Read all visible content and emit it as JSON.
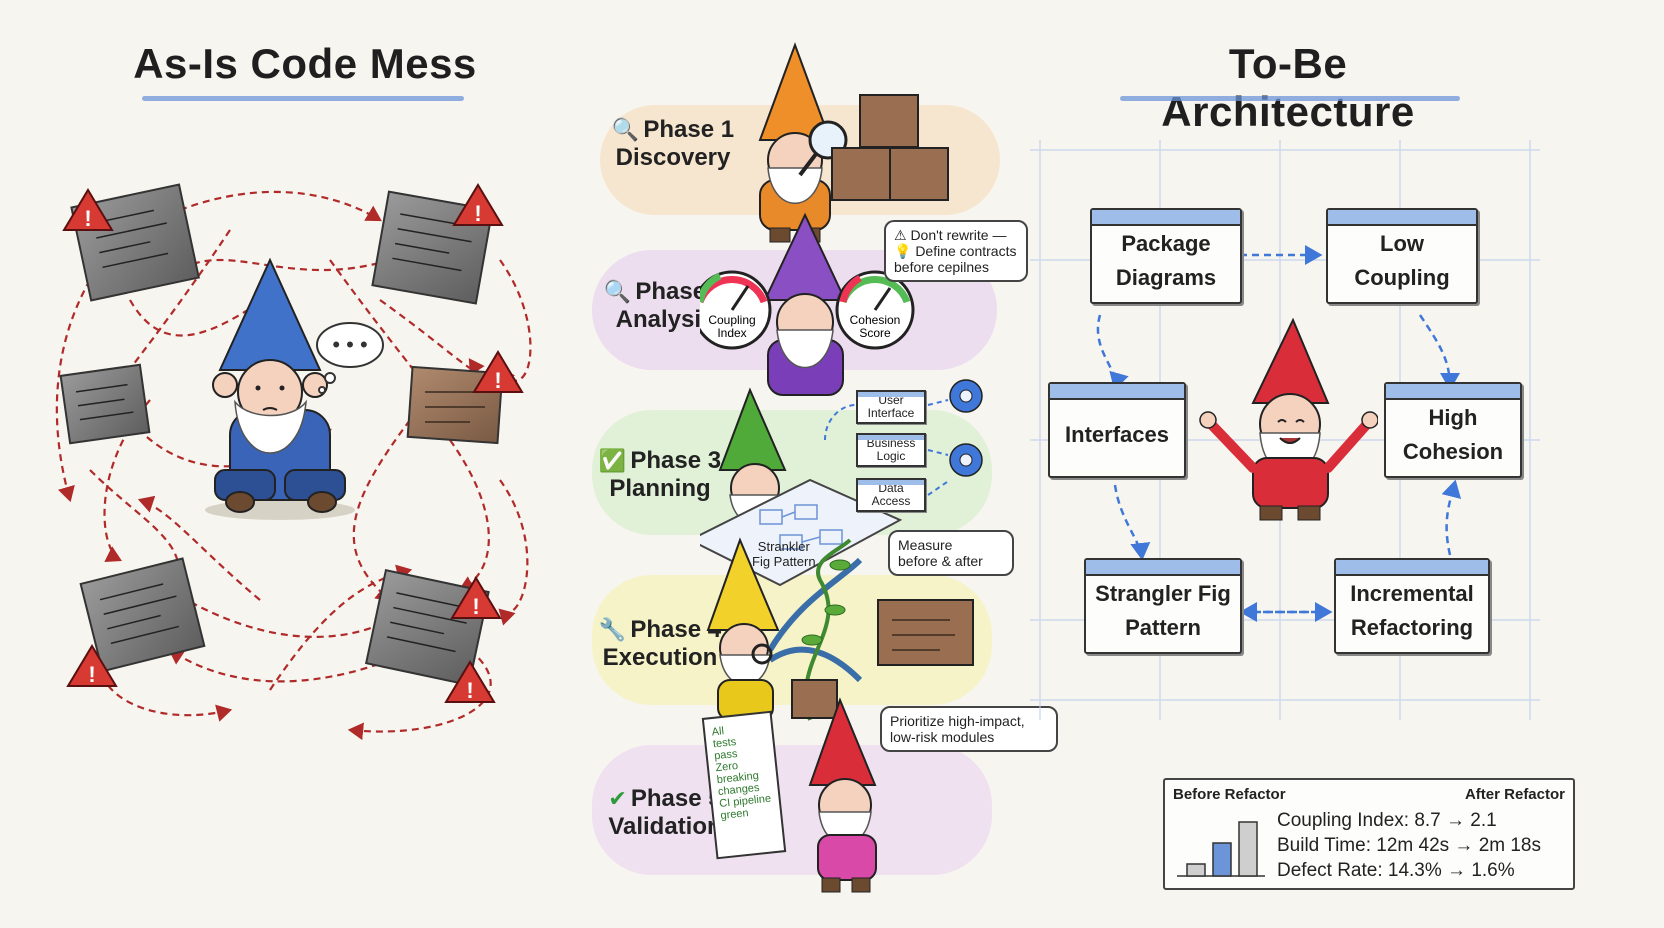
{
  "titles": {
    "left": "As-Is Code Mess",
    "right": "To-Be Architecture"
  },
  "colors": {
    "tangle": "#b02a2a",
    "flow": "#3f78d8",
    "phase1": "#f7d9b5",
    "phase2": "#e3c9ef",
    "phase3": "#cfecc4",
    "phase4": "#f6f0a8",
    "phase5": "#ead0f0"
  },
  "phases": [
    {
      "icon": "🔍",
      "icon_name": "magnifier-icon",
      "num": "Phase 1",
      "name": "Discovery"
    },
    {
      "icon": "🔍",
      "icon_name": "magnifier-icon",
      "num": "Phase 2",
      "name": "Analysis"
    },
    {
      "icon": "✅",
      "icon_name": "check-box-icon",
      "num": "Phase 3",
      "name": "Planning"
    },
    {
      "icon": "🔧",
      "icon_name": "wrench-icon",
      "num": "Phase 4",
      "name": "Execution"
    },
    {
      "icon": "✔",
      "icon_name": "check-icon",
      "num": "Phase 5",
      "name": "Validation"
    }
  ],
  "gauges": {
    "left": [
      "Coupling",
      "Index"
    ],
    "right": [
      "Cohesion",
      "Score"
    ]
  },
  "bubbles": {
    "contracts": [
      "⚠ Don't rewrite —",
      "💡 Define contracts",
      "before cepilnes"
    ],
    "measure": [
      "Measure",
      "before & after"
    ],
    "prioritize": [
      "Prioritize high-impact,",
      "low-risk modules"
    ]
  },
  "layers": [
    [
      "User",
      "Interface"
    ],
    [
      "Business",
      "Logic"
    ],
    [
      "Data",
      "Access"
    ]
  ],
  "strangler_label": [
    "Strankler",
    "Fig Pattern"
  ],
  "checklist": [
    "All",
    "tests",
    "pass",
    "Zero",
    "breaking",
    "changes",
    "CI pipeline",
    "green"
  ],
  "architecture": {
    "package_diagrams": [
      "Package",
      "Diagrams"
    ],
    "low_coupling": [
      "Low",
      "Coupling"
    ],
    "interfaces": [
      "Interfaces"
    ],
    "high_cohesion": [
      "High",
      "Cohesion"
    ],
    "strangler_fig": [
      "Strangler Fig",
      "Pattern"
    ],
    "incremental": [
      "Incremental",
      "Refactoring"
    ]
  },
  "metrics": {
    "before": "Before Refactor",
    "after": "After Refactor",
    "rows": [
      "Coupling Index: 8.7 → 2.1",
      "Build Time: 12m 42s → 2m 18s",
      "Defect Rate: 14.3% → 1.6%"
    ],
    "bars": [
      0.2,
      0.55,
      0.9
    ]
  }
}
